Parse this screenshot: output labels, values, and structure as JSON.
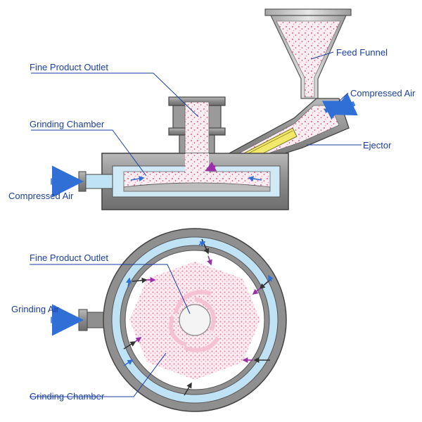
{
  "labels": {
    "fine_product_outlet_top": "Fine Product Outlet",
    "feed_funnel": "Feed Funnel",
    "compressed_air_right": "Compressed Air",
    "grinding_chamber_top": "Grinding Chamber",
    "ejector": "Ejector",
    "compressed_air_left": "Compressed Air",
    "fine_product_outlet_bottom": "Fine Product Outlet",
    "grinding_air": "Grinding Air",
    "grinding_chamber_bottom": "Grinding Chamber"
  },
  "colors": {
    "label_text": "#1a3fa0",
    "housing_gray": "#8f8f8f",
    "housing_dark": "#4a4a4a",
    "air_channel_blue": "#bfe3f5",
    "air_arrow_blue": "#2f6fd6",
    "ejector_yellow": "#f2e96a",
    "particle_pink": "#e98aa8",
    "nozzle_arrow_purple": "#9b2fa8"
  }
}
